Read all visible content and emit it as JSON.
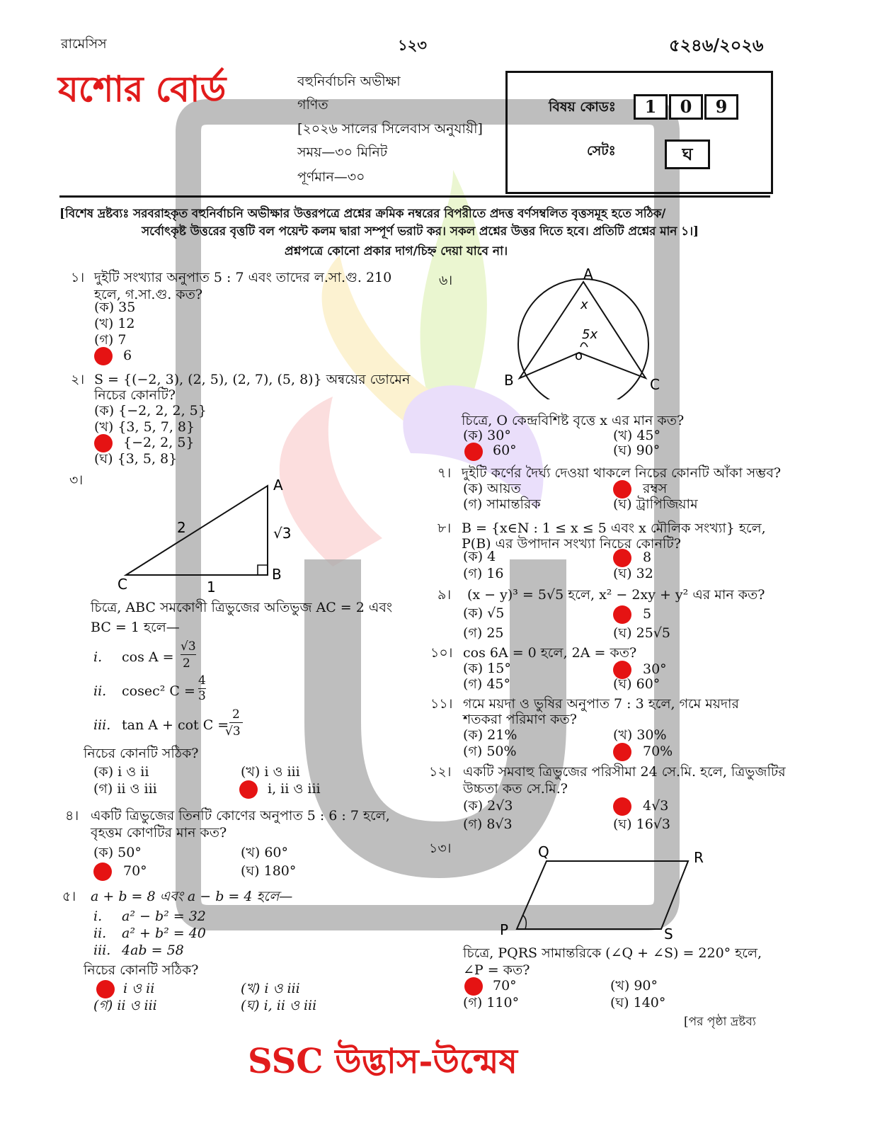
{
  "header": {
    "left": "রামেসিস",
    "center": "১২৩",
    "right": "৫২৪৬/২০২৬"
  },
  "board": "যশোর বোর্ড",
  "exam": {
    "type": "বহুনির্বাচনি অভীক্ষা",
    "subject": "গণিত",
    "syllabus": "[২০২৬ সালের সিলেবাস অনুযায়ী]",
    "time": "সময়—৩০ মিনিট",
    "marks": "পূর্ণমান—৩০"
  },
  "codebox": {
    "code_label": "বিষয় কোডঃ",
    "digits": [
      "1",
      "0",
      "9"
    ],
    "set_label": "সেটঃ",
    "set_value": "ঘ"
  },
  "instructions": {
    "line1": "[বিশেষ দ্রষ্টব্যঃ সরবরাহকৃত বহুনির্বাচনি অভীক্ষার উত্তরপত্রে প্রশ্নের ক্রমিক নম্বরের বিপরীতে প্রদত্ত বর্ণসম্বলিত বৃত্তসমূহ হতে সঠিক/",
    "line2": "সর্বোৎকৃষ্ট উত্তরের বৃত্তটি বল পয়েন্ট কলম দ্বারা সম্পূর্ণ ভরাট কর। সকল প্রশ্নের উত্তর দিতে হবে। প্রতিটি প্রশ্নের মান ১।]",
    "line3": "প্রশ্নপত্রে কোনো প্রকার দাগ/চিহ্ন দেয়া যাবে না।"
  },
  "q1": {
    "num": "১।",
    "l1": "দুইটি সংখ্যার অনুপাত 5 : 7 এবং তাদের ল.সা.গু. 210",
    "l2": "হলে, গ.সা.গু. কত?",
    "a": "(ক)  35",
    "b": "(খ)  12",
    "c": "(গ)  7",
    "d": "6"
  },
  "q2": {
    "num": "২।",
    "l1": "S = {(−2, 3), (2, 5), (2, 7), (5, 8)} অন্বয়ের ডোমেন",
    "l2": "নিচের কোনটি?",
    "a": "(ক)  {−2, 2, 2, 5}",
    "b": "(খ)  {3, 5, 7, 8}",
    "c": "{−2, 2, 5}",
    "d": "(ঘ)  {3, 5, 8}"
  },
  "q3": {
    "num": "৩।",
    "fig": {
      "A": "A",
      "B": "B",
      "C": "C",
      "hyp": "2",
      "base": "1",
      "side": "√3"
    },
    "l1": "চিত্রে, ABC সমকোণী ত্রিভুজের অতিভুজ AC = 2  এবং",
    "l2": "BC = 1 হলে—",
    "i_num": "i.",
    "i_txt": "cos A =",
    "i_n": "√3",
    "i_d": "2",
    "ii_num": "ii.",
    "ii_txt": "cosec² C =",
    "ii_n": "4",
    "ii_d": "3",
    "iii_num": "iii.",
    "iii_txt": "tan A + cot C =",
    "iii_n": "2",
    "iii_d": "√3",
    "ask": "নিচের কোনটি সঠিক?",
    "a": "(ক)  i ও ii",
    "b": "(খ)  i ও iii",
    "c": "(গ)  ii ও iii",
    "d": "i, ii ও iii"
  },
  "q4": {
    "num": "৪।",
    "l1": "একটি ত্রিভুজের তিনটি কোণের অনুপাত 5 : 6 : 7 হলে,",
    "l2": "বৃহত্তম কোণটির মান কত?",
    "a": "(ক)  50°",
    "b": "(খ)  60°",
    "c": "70°",
    "d": "(ঘ)  180°"
  },
  "q5": {
    "num": "৫।",
    "l1": "a + b = 8  এবং a − b = 4  হলে—",
    "i_num": "i.",
    "i": "a² − b² = 32",
    "ii_num": "ii.",
    "ii": "a² + b² = 40",
    "iii_num": "iii.",
    "iii": "4ab = 58",
    "ask": "নিচের কোনটি সঠিক?",
    "a": "i ও ii",
    "b": "(খ)  i ও iii",
    "c": "(গ)  ii ও iii",
    "d": "(ঘ)  i, ii ও iii"
  },
  "q6": {
    "num": "৬।",
    "fig": {
      "A": "A",
      "B": "B",
      "C": "C",
      "O": "o",
      "x": "x",
      "fx": "5x"
    },
    "l1": "চিত্রে,  O কেন্দ্রবিশিষ্ট বৃত্তে  x  এর মান কত?",
    "a": "(ক)  30°",
    "b": "(খ)  45°",
    "c": "60°",
    "d": "(ঘ)  90°"
  },
  "q7": {
    "num": "৭।",
    "l1": "দুইটি কর্ণের দৈর্ঘ্য দেওয়া থাকলে নিচের কোনটি আঁকা সম্ভব?",
    "a": "(ক)  আয়ত",
    "b": "রম্বস",
    "c": "(গ)  সামান্তরিক",
    "d": "(ঘ)  ট্রাপিজিয়াম"
  },
  "q8": {
    "num": "৮।",
    "l1": "B = {x∈N : 1 ≤ x ≤ 5 এবং x মৌলিক সংখ্যা}  হলে,",
    "l2": "P(B) এর উপাদান সংখ্যা নিচের কোনটি?",
    "a": "(ক)  4",
    "b": "8",
    "c": "(গ)  16",
    "d": "(ঘ)  32"
  },
  "q9": {
    "num": "৯।",
    "l1": "(x − y)³ = 5√5  হলে, x² − 2xy + y² এর মান কত?",
    "a": "(ক)  √5",
    "b": "5",
    "c": "(গ)  25",
    "d": "(ঘ)  25√5"
  },
  "q10": {
    "num": "১০।",
    "l1": "cos 6A = 0  হলে, 2A = কত?",
    "a": "(ক)  15°",
    "b": "30°",
    "c": "(গ)  45°",
    "d": "(ঘ)  60°"
  },
  "q11": {
    "num": "১১।",
    "l1": "গমে ময়দা ও ভুষির অনুপাত 7 : 3 হলে, গমে ময়দার",
    "l2": "শতকরা পরিমাণ কত?",
    "a": "(ক)  21%",
    "b": "(খ)  30%",
    "c": "(গ)  50%",
    "d": "70%"
  },
  "q12": {
    "num": "১২।",
    "l1": "একটি সমবাহু ত্রিভুজের পরিসীমা 24 সে.মি. হলে, ত্রিভুজটির",
    "l2": "উচ্চতা কত সে.মি.?",
    "a": "(ক)  2√3",
    "b": "4√3",
    "c": "(গ)  8√3",
    "d": "(ঘ)  16√3"
  },
  "q13": {
    "num": "১৩।",
    "fig": {
      "P": "P",
      "Q": "Q",
      "R": "R",
      "S": "S"
    },
    "l1": "চিত্রে, PQRS সামান্তরিকে (∠Q + ∠S) = 220°  হলে,",
    "l2": "∠P = কত?",
    "a": "70°",
    "b": "(খ)  90°",
    "c": "(গ)  110°",
    "d": "(ঘ)  140°"
  },
  "next": "[পর পৃষ্ঠা দ্রষ্টব্য",
  "footer": "SSC উদ্ভাস-উন্মেষ",
  "colors": {
    "accent": "#e11b1b",
    "answer_dot": "#e51313",
    "watermark": "#9a9a9a"
  }
}
